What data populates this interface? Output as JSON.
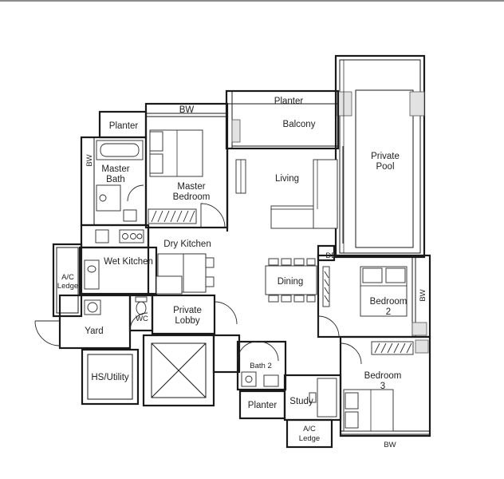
{
  "colors": {
    "wall": "#1a1a1a",
    "background": "#ffffff",
    "fill": "#e2e2e2"
  },
  "rooms": {
    "planter_top": "Planter",
    "balcony": "Balcony",
    "private_pool": [
      "Private",
      "Pool"
    ],
    "bw_master": "BW",
    "planter_master": "Planter",
    "bw_bath": "BW",
    "master_bath": [
      "Master",
      "Bath"
    ],
    "master_bedroom": [
      "Master",
      "Bedroom"
    ],
    "living": "Living",
    "dry_kitchen": "Dry Kitchen",
    "wet_kitchen": "Wet Kitchen",
    "ac_ledge_left": [
      "A/C",
      "Ledge"
    ],
    "db": "DB",
    "dining": "Dining",
    "bedroom2": [
      "Bedroom",
      "2"
    ],
    "bw_bedroom2": "BW",
    "private_lobby": [
      "Private",
      "Lobby"
    ],
    "wc": "WC",
    "yard": "Yard",
    "hs_utility": "HS/Utility",
    "bath2": "Bath 2",
    "planter_bottom": "Planter",
    "study": "Study",
    "ac_ledge_bottom": [
      "A/C",
      "Ledge"
    ],
    "bedroom3": [
      "Bedroom",
      "3"
    ],
    "bw_bedroom3": "BW"
  }
}
